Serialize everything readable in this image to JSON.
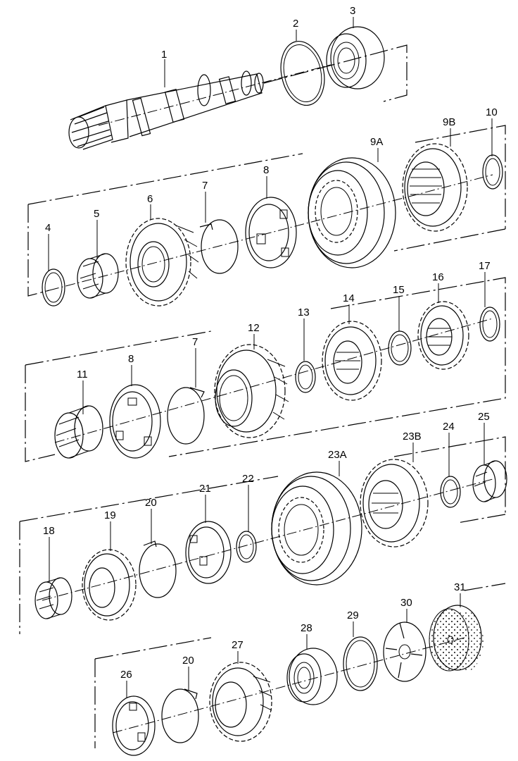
{
  "parts": [
    {
      "id": "1",
      "label": "1"
    },
    {
      "id": "2",
      "label": "2"
    },
    {
      "id": "3",
      "label": "3"
    },
    {
      "id": "4",
      "label": "4"
    },
    {
      "id": "5",
      "label": "5"
    },
    {
      "id": "6",
      "label": "6"
    },
    {
      "id": "7a",
      "label": "7"
    },
    {
      "id": "8a",
      "label": "8"
    },
    {
      "id": "9A",
      "label": "9A"
    },
    {
      "id": "9B",
      "label": "9B"
    },
    {
      "id": "10",
      "label": "10"
    },
    {
      "id": "11",
      "label": "11"
    },
    {
      "id": "8b",
      "label": "8"
    },
    {
      "id": "7b",
      "label": "7"
    },
    {
      "id": "12",
      "label": "12"
    },
    {
      "id": "13",
      "label": "13"
    },
    {
      "id": "14",
      "label": "14"
    },
    {
      "id": "15",
      "label": "15"
    },
    {
      "id": "16",
      "label": "16"
    },
    {
      "id": "17",
      "label": "17"
    },
    {
      "id": "18",
      "label": "18"
    },
    {
      "id": "19",
      "label": "19"
    },
    {
      "id": "20a",
      "label": "20"
    },
    {
      "id": "21",
      "label": "21"
    },
    {
      "id": "22",
      "label": "22"
    },
    {
      "id": "23A",
      "label": "23A"
    },
    {
      "id": "23B",
      "label": "23B"
    },
    {
      "id": "24",
      "label": "24"
    },
    {
      "id": "25",
      "label": "25"
    },
    {
      "id": "26",
      "label": "26"
    },
    {
      "id": "20b",
      "label": "20"
    },
    {
      "id": "27",
      "label": "27"
    },
    {
      "id": "28",
      "label": "28"
    },
    {
      "id": "29",
      "label": "29"
    },
    {
      "id": "30",
      "label": "30"
    },
    {
      "id": "31",
      "label": "31"
    }
  ]
}
